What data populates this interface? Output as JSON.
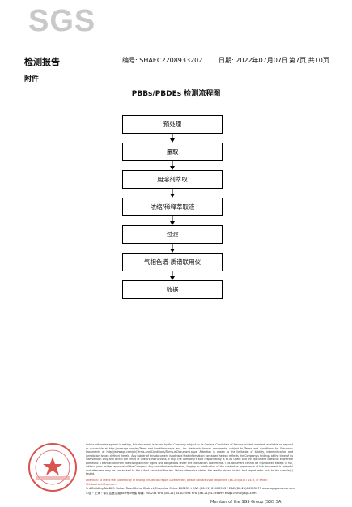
{
  "header": {
    "logo": "SGS",
    "doc_type": "检测报告",
    "report_no": "编号: SHAEC2208933202",
    "date": "日期: 2022年07月07日",
    "page_info": "第7页,共10页",
    "annex": "附件"
  },
  "flowchart": {
    "title": "PBBs/PBDEs 检测流程图",
    "steps": [
      {
        "label": "预处理"
      },
      {
        "label": "量取"
      },
      {
        "label": "用溶剂萃取"
      },
      {
        "label": "浓缩/稀释萃取液"
      },
      {
        "label": "过滤"
      },
      {
        "label": "气相色谱-质谱联用仪"
      },
      {
        "label": "数据"
      }
    ]
  },
  "footer": {
    "disclaimer": "Unless otherwise agreed in writing, this document is issued by the Company subject to its General Conditions of Service printed overleaf, available on request or accessible at http://www.sgs.com/en/Terms-and-Conditions.aspx and, for electronic format documents, subject to Terms and Conditions for Electronic Documents at http://www.sgs.com/en/Terms-and-Conditions/Terms-e-Document.aspx. Attention is drawn to the limitation of liability, indemnification and jurisdiction issues defined therein. Any holder of this document is advised that information contained hereon reflects the Company's findings at the time of its intervention only and within the limits of Client's instructions, if any. The Company's sole responsibility is to its Client and this document does not exonerate parties to a transaction from exercising all their rights and obligations under the transaction documents. This document cannot be reproduced except in full, without prior written approval of the Company. Any unauthorized alteration, forgery or falsification of the content or appearance of this document is unlawful and offenders may be prosecuted to the fullest extent of the law. Unless otherwise stated the results shown in this test report refer only to the sample(s) tested.",
    "attention": "Attention: To check the authenticity of testing /inspection report & certificate, please contact us at telephone: (86-755) 8307 1443, or email: CN.Doccheck@sgs.com",
    "address_en": "3rd Building,No.889 Yishan Road Xuhui District,Shanghai China   200233   t E&E (86-21) 61402553   f E&E (86-21)64953679   www.sgsgroup.com.cn",
    "address_cn": "中国・上海・徐汇区宜山路889号3号楼   邮编: 200233   t HL (86-21) 61402594   f HL (86-21)61156899   e sgs.china@sgs.com",
    "member": "Member of the SGS Group (SGS SA)"
  }
}
